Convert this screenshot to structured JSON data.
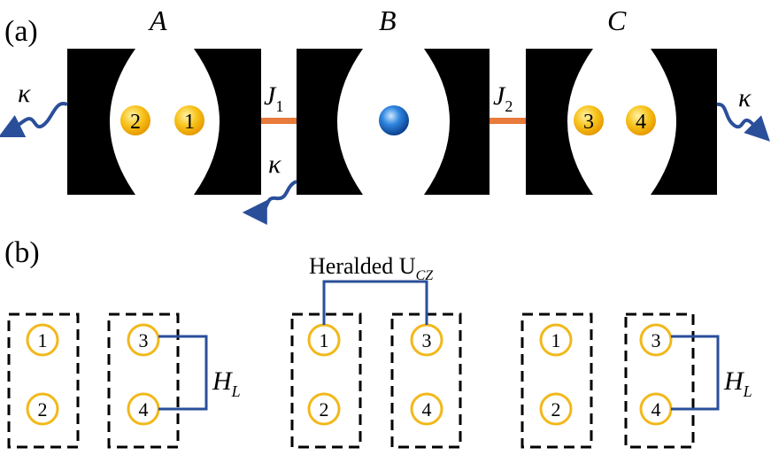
{
  "panel_a": {
    "label": "(a)",
    "cavities": [
      {
        "name": "A",
        "atoms": [
          "2",
          "1"
        ]
      },
      {
        "name": "B",
        "atoms": []
      },
      {
        "name": "C",
        "atoms": [
          "3",
          "4"
        ]
      }
    ],
    "couplings": [
      {
        "symbol": "J",
        "subscript": "1"
      },
      {
        "symbol": "J",
        "subscript": "2"
      }
    ],
    "decay_symbol": "κ"
  },
  "panel_b": {
    "label": "(b)",
    "heralded_gate": {
      "text": "Heralded U",
      "subscript": "CZ"
    },
    "hamiltonian": {
      "symbol": "H",
      "subscript": "L"
    },
    "left_group": [
      [
        "1",
        "2"
      ],
      [
        "3",
        "4"
      ]
    ],
    "middle_group": [
      [
        "1",
        "2"
      ],
      [
        "3",
        "4"
      ]
    ],
    "right_group": [
      [
        "1",
        "2"
      ],
      [
        "3",
        "4"
      ]
    ]
  },
  "colors": {
    "mirror": "#000000",
    "atom_fill": "#f5b800",
    "atom_ring": "#f2b81a",
    "ancilla": "#1f6fc8",
    "coupling": "#e87a3c",
    "decay_arrow": "#2a4f9a",
    "connector": "#2a4f9a",
    "box_dash": "#000000"
  }
}
